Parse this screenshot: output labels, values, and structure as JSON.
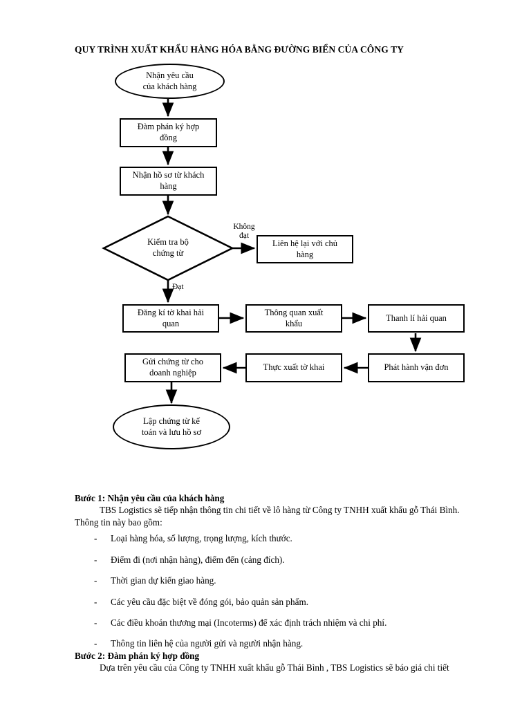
{
  "document": {
    "title": "QUY TRÌNH XUẤT KHẨU HÀNG HÓA BẰNG ĐƯỜNG BIỂN CỦA CÔNG TY"
  },
  "flowchart": {
    "nodes": [
      {
        "id": "start",
        "shape": "oval",
        "label": "Nhận yêu cầu\ncủa khách hàng"
      },
      {
        "id": "negotiate",
        "shape": "box",
        "label": "Đàm phán ký hợp\nđồng"
      },
      {
        "id": "receive-docs",
        "shape": "box",
        "label": "Nhận hồ sơ từ khách\nhàng"
      },
      {
        "id": "check-docs",
        "shape": "diamond",
        "label": "Kiểm tra bộ\nchứng từ"
      },
      {
        "id": "recontact",
        "shape": "box",
        "label": "Liên hệ lại với chủ\nhàng"
      },
      {
        "id": "declare",
        "shape": "box",
        "label": "Đăng kí tờ khai hải\nquan"
      },
      {
        "id": "clearance",
        "shape": "box",
        "label": "Thông quan xuất\nkhẩu"
      },
      {
        "id": "liquidate",
        "shape": "box",
        "label": "Thanh lí hải quan"
      },
      {
        "id": "bill-lading",
        "shape": "box",
        "label": "Phát hành vận đơn"
      },
      {
        "id": "actual-export",
        "shape": "box",
        "label": "Thực xuất tờ khai"
      },
      {
        "id": "send-docs",
        "shape": "box",
        "label": "Gửi chứng từ cho\ndoanh nghiệp"
      },
      {
        "id": "end",
        "shape": "oval",
        "label": "Lập chứng từ kế\ntoán và lưu hồ sơ"
      }
    ],
    "edge_labels": [
      {
        "id": "fail",
        "label": "Không\nđạt"
      },
      {
        "id": "pass",
        "label": "Đạt"
      }
    ]
  },
  "content": {
    "step1_heading": "Bước 1: Nhận yêu cầu của khách hàng",
    "step1_paragraph": "TBS Logistics sẽ tiếp nhận thông tin chi tiết về lô hàng từ Công ty TNHH xuất khẩu gỗ Thái Bình.",
    "info_intro": "Thông tin này bao gồm:",
    "bullet_marker": "-",
    "bullets": [
      "Loại hàng hóa, số lượng, trọng lượng, kích thước.",
      "Điểm đi (nơi nhận hàng), điểm đến (cảng đích).",
      "Thời gian dự kiến giao hàng.",
      "Các yêu cầu đặc biệt về đóng gói, bảo quản sản phẩm.",
      "Các điều khoản thương mại (Incoterms) để xác định trách nhiệm và chi phí.",
      "Thông tin liên hệ của người gửi và người nhận hàng."
    ],
    "step2_heading": "Bước 2: Đàm phán ký hợp đồng",
    "step2_paragraph": "Dựa trên yêu cầu của Công ty TNHH xuất khẩu gỗ Thái Bình , TBS Logistics sẽ báo giá chi tiết"
  }
}
